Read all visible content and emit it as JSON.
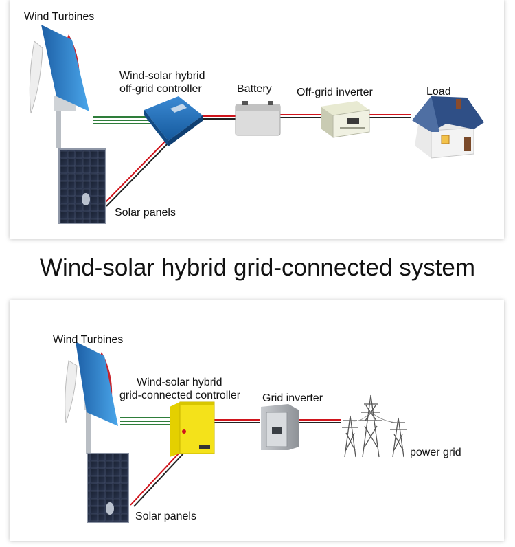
{
  "top": {
    "wind_label": "Wind Turbines",
    "controller_label_1": "Wind-solar hybrid",
    "controller_label_2": "off-grid controller",
    "battery_label": "Battery",
    "inverter_label": "Off-grid inverter",
    "load_label": "Load",
    "solar_label": "Solar panels"
  },
  "section_heading": "Wind-solar hybrid grid-connected system",
  "bottom": {
    "wind_label": "Wind Turbines",
    "controller_label_1": "Wind-solar hybrid",
    "controller_label_2": "grid-connected controller",
    "inverter_label": "Grid inverter",
    "grid_label": "power grid",
    "solar_label": "Solar panels"
  },
  "colors": {
    "wire_red": "#d0141c",
    "wire_green": "#2e7d3a",
    "turbine_blue": "#2f86cf",
    "turbine_red": "#c8232c",
    "controller_blue": "#1f6fb8",
    "controller_yellow": "#f4e21a",
    "roof": "#2f4f86"
  }
}
